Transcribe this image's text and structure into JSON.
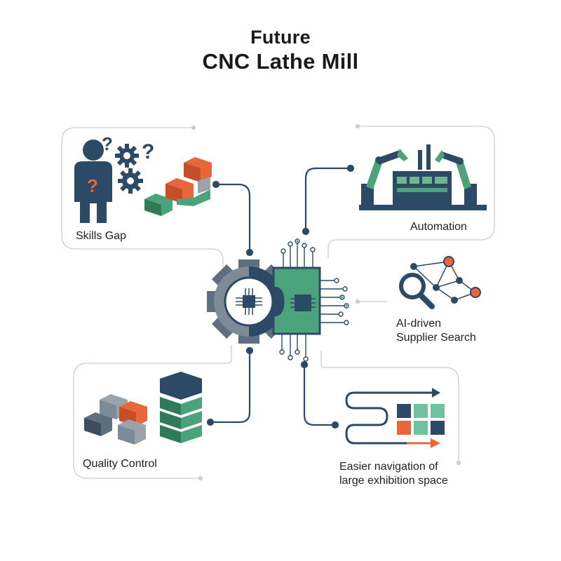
{
  "title": {
    "line1": "Future",
    "line2": "CNC Lathe Mill"
  },
  "panels": {
    "skills_gap": {
      "label": "Skills Gap",
      "icon": "confused-person-icon"
    },
    "automation": {
      "label": "Automation",
      "icon": "robot-arm-assembly-icon"
    },
    "ai_search": {
      "label_line1": "AI-driven",
      "label_line2": "Supplier Search",
      "icon": "magnifier-network-icon"
    },
    "quality_control": {
      "label": "Quality Control",
      "icon": "stacked-blocks-icon"
    },
    "navigation": {
      "label_line1": "Easier navigation of",
      "label_line2": "large exhibition space",
      "icon": "winding-path-grid-icon"
    }
  },
  "center": {
    "icon": "gear-chip-circuit-icon"
  },
  "colors": {
    "navy": "#2c4a66",
    "slate": "#5f6f80",
    "gray": "#9aa3ac",
    "green": "#4aa37a",
    "green_dark": "#2f7a57",
    "orange": "#e8673a",
    "line": "#c9ced3"
  }
}
